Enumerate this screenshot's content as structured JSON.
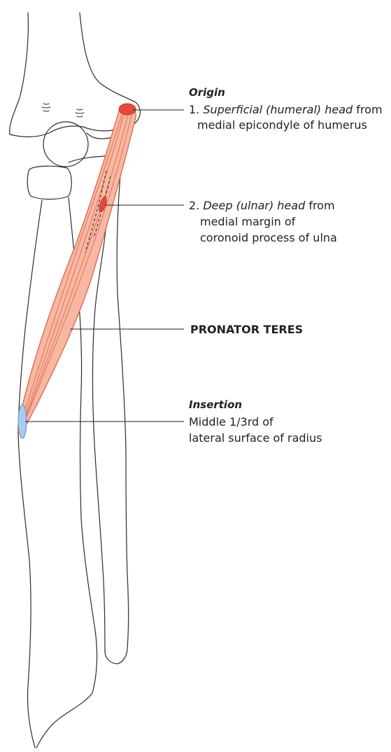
{
  "origin": {
    "heading": "Origin",
    "superficial": {
      "number": "1.",
      "head": "Superficial (humeral) head",
      "from": " from",
      "line2": "medial epicondyle of humerus"
    },
    "deep": {
      "number": "2.",
      "head": "Deep (ulnar) head",
      "from": " from",
      "line2": "medial margin of",
      "line3": "coronoid process of ulna"
    }
  },
  "muscle": {
    "label": "PRONATOR TERES"
  },
  "insertion": {
    "heading": "Insertion",
    "line1": "Middle 1/3rd of",
    "line2": "lateral surface of radius"
  },
  "colors": {
    "muscle_fill": "#f6b8a3",
    "muscle_fiber": "#e0593f",
    "origin_marker": "#e8473a",
    "insertion_marker": "#a9cbee",
    "bone_outline": "#2b2b2b"
  }
}
